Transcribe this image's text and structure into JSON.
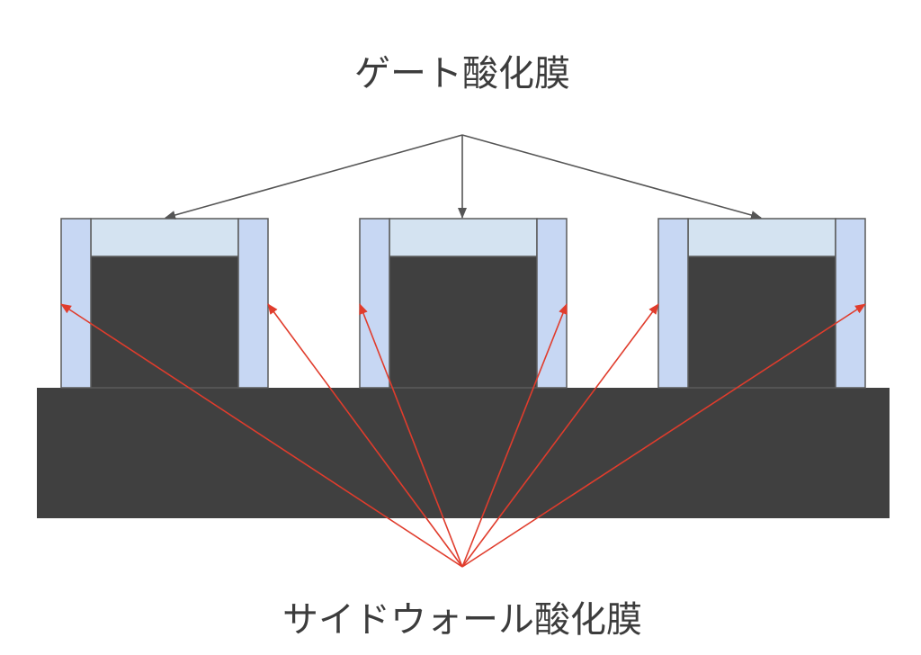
{
  "labels": {
    "gate_oxide": "ゲート酸化膜",
    "sidewall_oxide": "サイドウォール酸化膜"
  },
  "colors": {
    "background": "#ffffff",
    "substrate": "#404040",
    "gate_electrode": "#404040",
    "gate_oxide_fill": "#d4e3f1",
    "sidewall_fill": "#c7d7f3",
    "outline": "#5a5a5a",
    "gate_oxide_arrow": "#555555",
    "sidewall_arrow": "#e03c2c",
    "text": "#3c3c3c"
  },
  "structure": {
    "gate_count": 3
  }
}
